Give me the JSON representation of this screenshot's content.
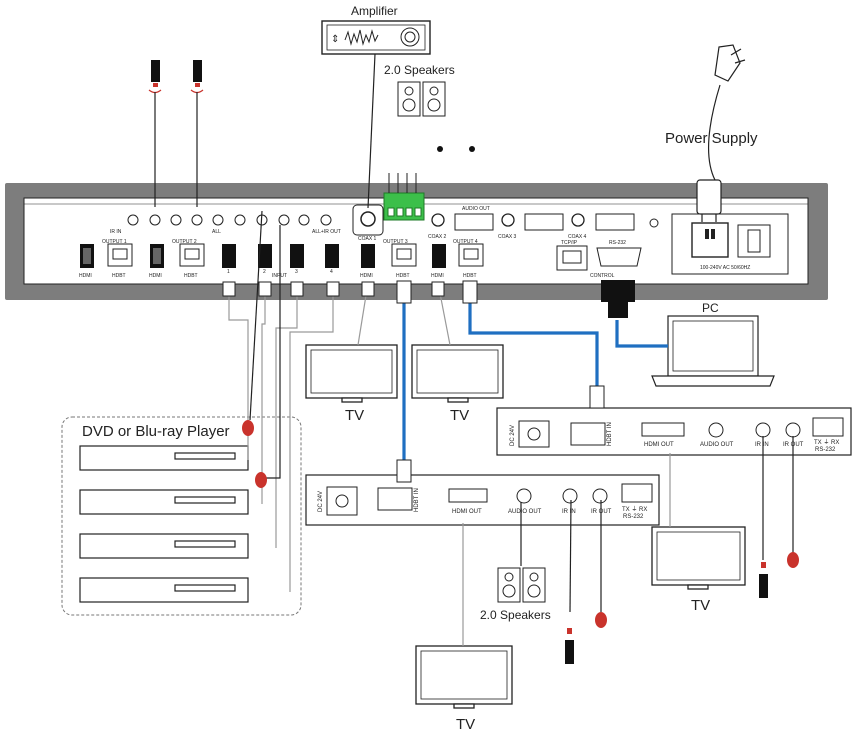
{
  "labels": {
    "amplifier": "Amplifier",
    "speakers_top": "2.0 Speakers",
    "speakers_bottom": "2.0 Speakers",
    "power_supply": "Power Supply",
    "pc": "PC",
    "tv1": "TV",
    "tv2": "TV",
    "tv_right": "TV",
    "tv_bottom": "TV",
    "dvd": "DVD or Blu-ray Player"
  },
  "panel": {
    "ir_in": "IR IN",
    "all": "ALL",
    "all_ir_out": "ALL+IR OUT",
    "output1": "OUTPUT 1",
    "output2": "OUTPUT 2",
    "output3": "OUTPUT 3",
    "output4": "OUTPUT 4",
    "input": "INPUT",
    "hdmi": "HDMI",
    "hdbt": "HDBT",
    "coax1": "COAX 1",
    "coax2": "COAX 2",
    "coax3": "COAX 3",
    "coax4": "COAX 4",
    "audio_out": "AUDIO OUT",
    "tcpip": "TCP/IP",
    "rs232": "RS-232",
    "control": "CONTROL",
    "power_rating": "100-240V AC 50/60HZ",
    "n1": "1",
    "n2": "2",
    "n3": "3",
    "n4": "4"
  },
  "receiver": {
    "dc24v": "DC 24V",
    "hdbt_in": "HDBT IN",
    "hdmi_out": "HDMI OUT",
    "audio_out": "AUDIO OUT",
    "ir_in": "IR IN",
    "ir_out": "IR OUT",
    "tx_rx": "TX ⏚ RX",
    "rs232": "RS-232"
  },
  "colors": {
    "hdbt_cable": "#1f6fc1",
    "chassis": "#7d7d7d",
    "terminal_green": "#3cbf4a",
    "ir_red": "#c9332c",
    "line": "#222222",
    "hdmi_cable": "#9a9a9a"
  }
}
